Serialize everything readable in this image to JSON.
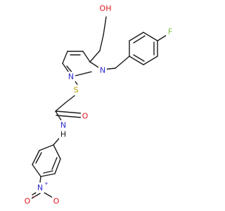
{
  "structure": {
    "atoms": {
      "F": "F",
      "OH": "OH",
      "N1": "N",
      "N3": "N",
      "S": "S",
      "O_amide": "O",
      "N_amide": "N",
      "H_amide": "H",
      "N_nitro": "N",
      "O_nitro_left": "O",
      "O_nitro_right": "O",
      "plus": "+",
      "minus": "−"
    },
    "colors": {
      "bond": "#1a1a1a",
      "carbon_text": "#1a1a1a",
      "nitrogen": "#2a2ad0",
      "oxygen": "#e0141a",
      "sulfur": "#b8a000",
      "fluorine": "#7fbf3f"
    }
  }
}
